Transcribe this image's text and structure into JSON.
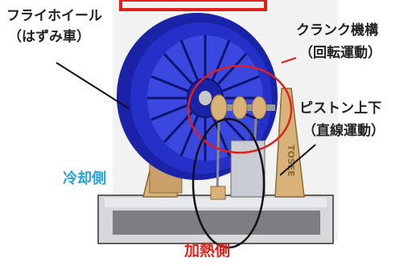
{
  "labels": {
    "flywheel_line1": "フライホイール",
    "flywheel_line2": "（はずみ車）",
    "crank_line1": "クランク機構",
    "crank_line2": "（回転運動）",
    "piston_line1": "ピストン上下",
    "piston_line2": "（直線運動）",
    "cooling_side": "冷却側",
    "heating_side": "加熱側"
  },
  "colors": {
    "flywheel_blue": "#2430c8",
    "wood": "#d9b27a",
    "highlight_red": "#e0201a",
    "cooling_blue": "#1fa3e0"
  }
}
